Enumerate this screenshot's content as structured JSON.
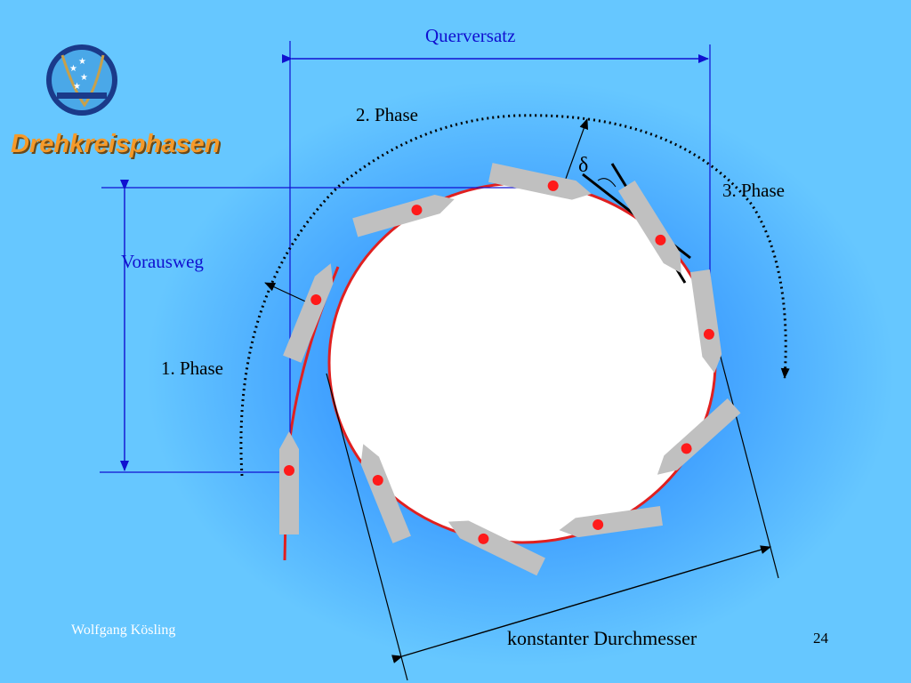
{
  "slide": {
    "title": "Drehkreisphasen",
    "footer_author": "Wolfgang Kösling",
    "page_number": "24"
  },
  "diagram": {
    "label_querversatz": "Querversatz",
    "label_phase1": "1. Phase",
    "label_phase2": "2. Phase",
    "label_phase3": "3. Phase",
    "label_vorausweg": "Vorausweg",
    "label_delta": "δ",
    "label_durchmesser": "konstanter Durchmesser"
  },
  "logo": {
    "icon": "ship-emblem-icon",
    "colors": {
      "ring": "#1a3a8a",
      "fill": "#4aa8e8",
      "star": "#ffffff"
    }
  },
  "colors": {
    "background": "#66c7ff",
    "glow": "#2d8fff",
    "track": "#e02020",
    "ship": "#c0c0c0",
    "dimension": "#1010d0",
    "title": "#f59a2a"
  }
}
